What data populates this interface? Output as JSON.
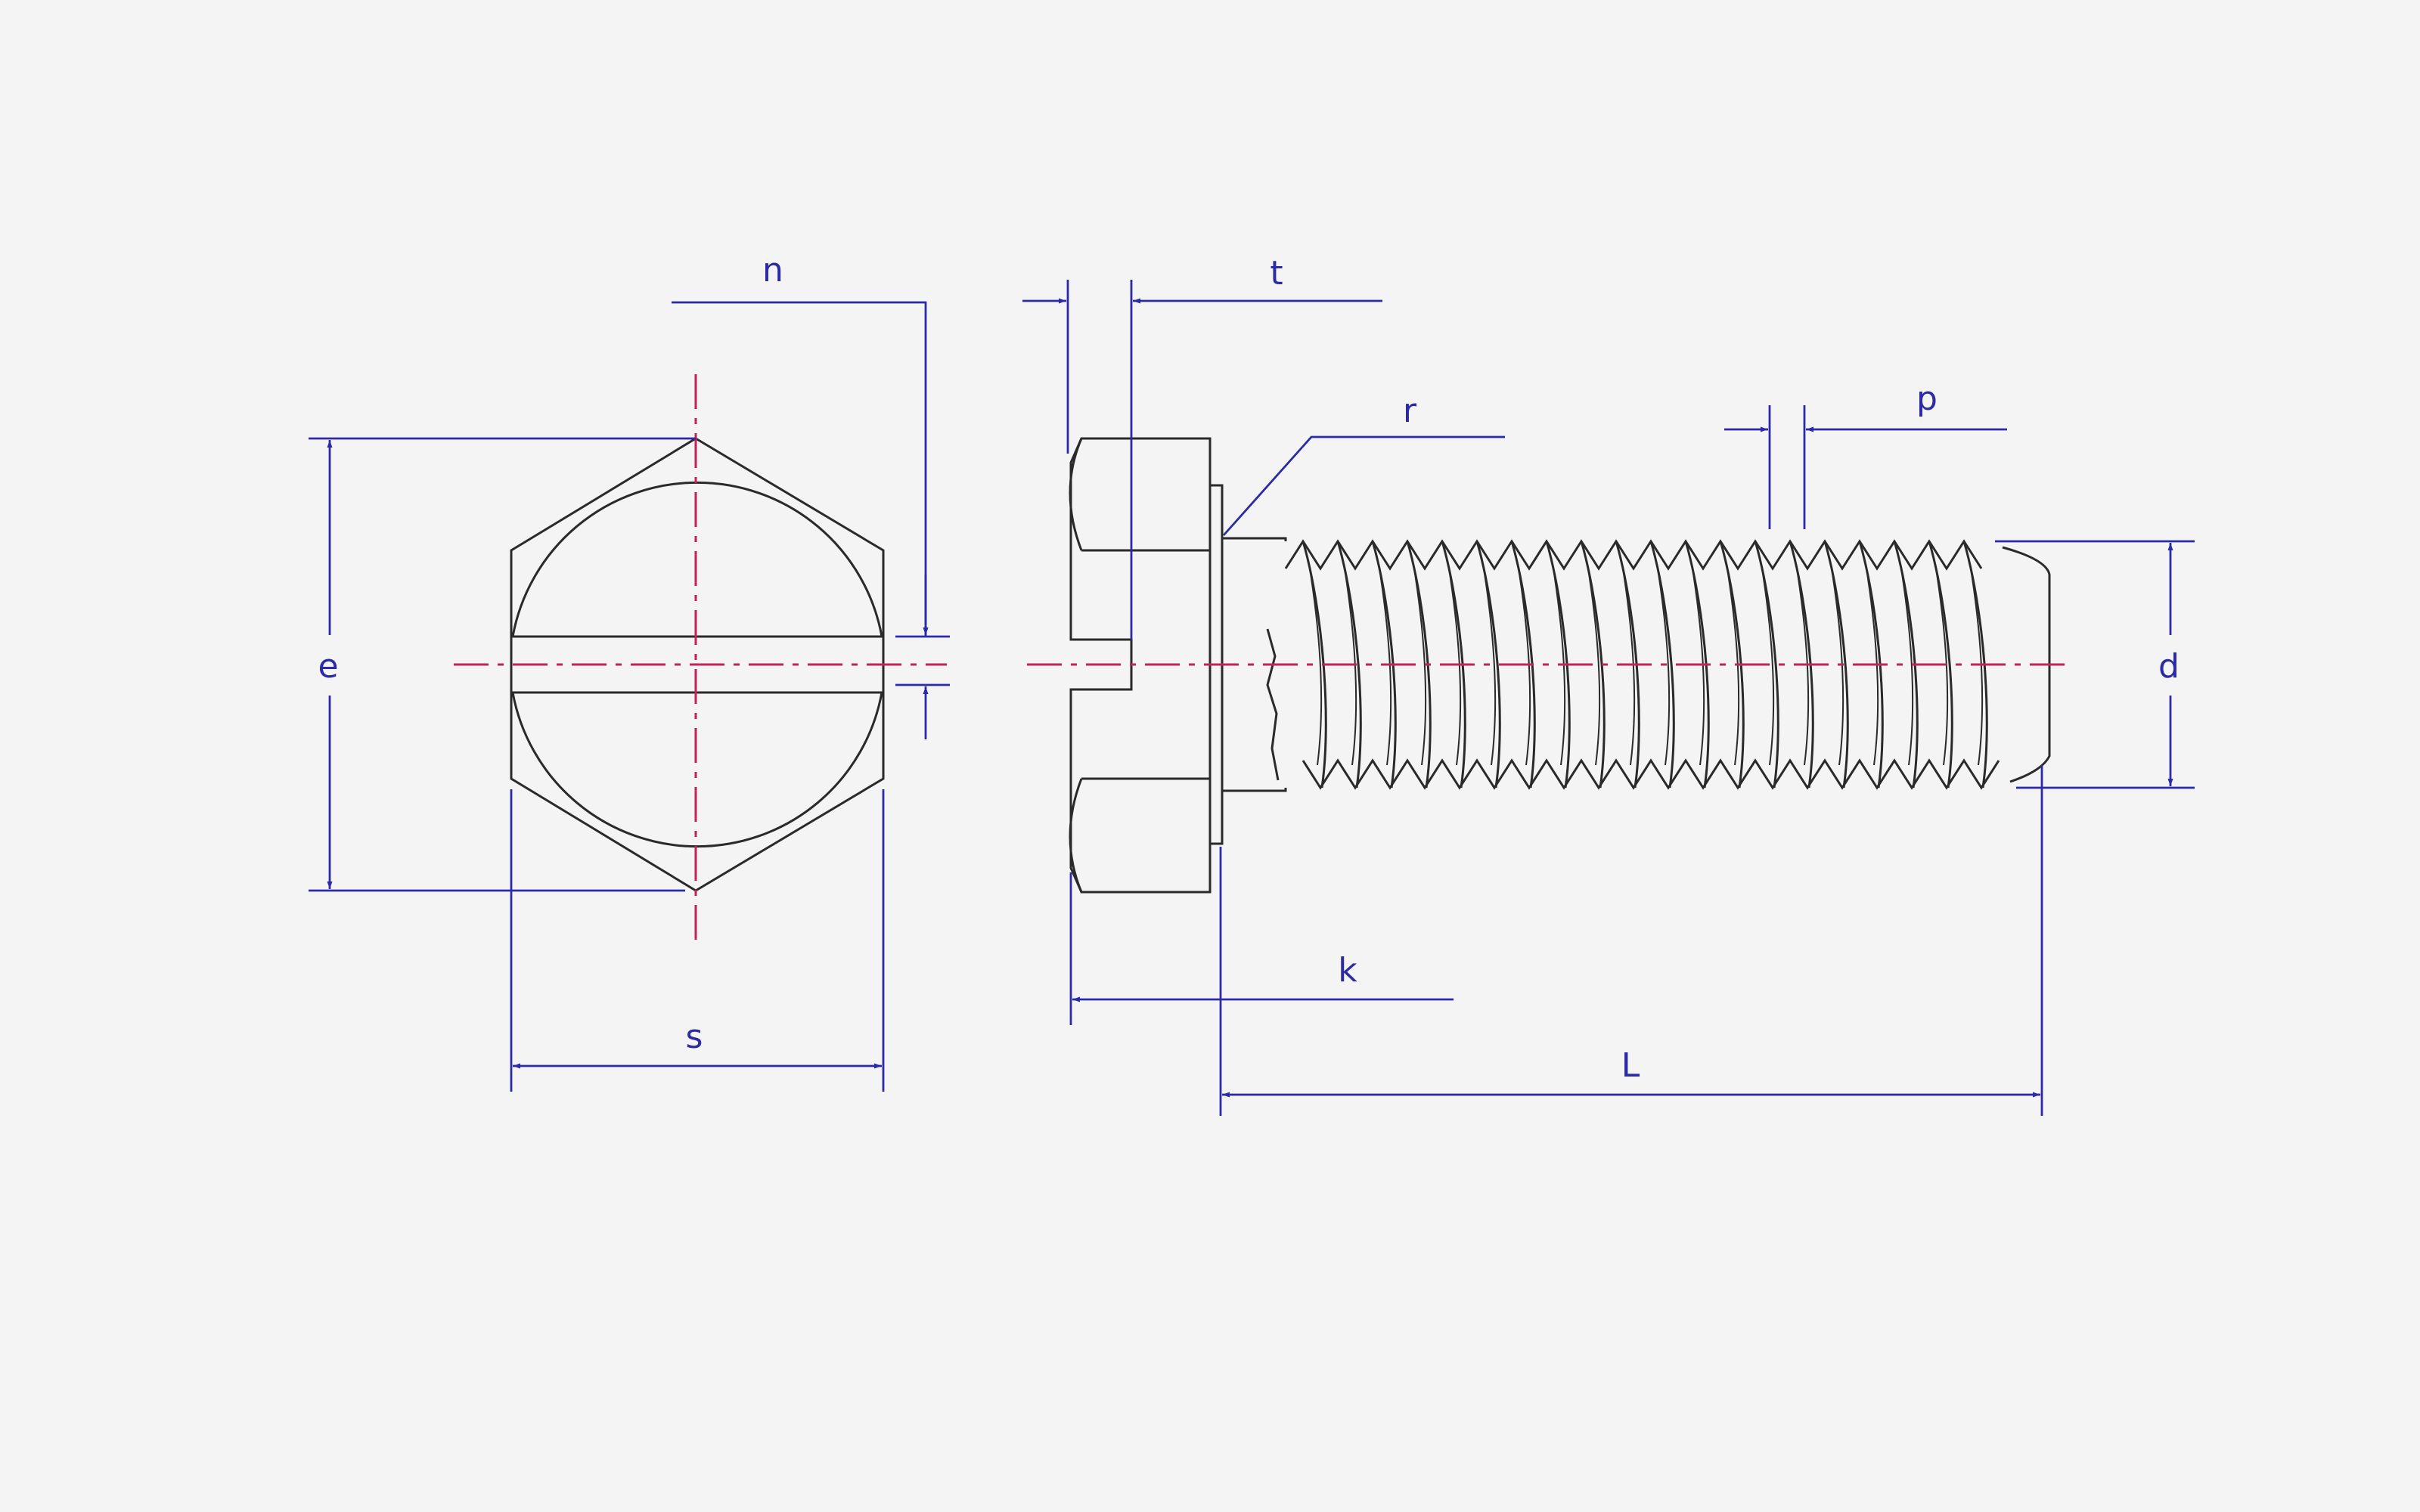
{
  "colors": {
    "background": "#f4f4f4",
    "outline": "#2a2a2a",
    "dimension": "#2b2ba8",
    "centerline": "#c8205a"
  },
  "labels": {
    "n": "n",
    "t": "t",
    "r": "r",
    "p": "p",
    "e": "e",
    "d": "d",
    "s": "s",
    "k": "k",
    "L": "L"
  }
}
